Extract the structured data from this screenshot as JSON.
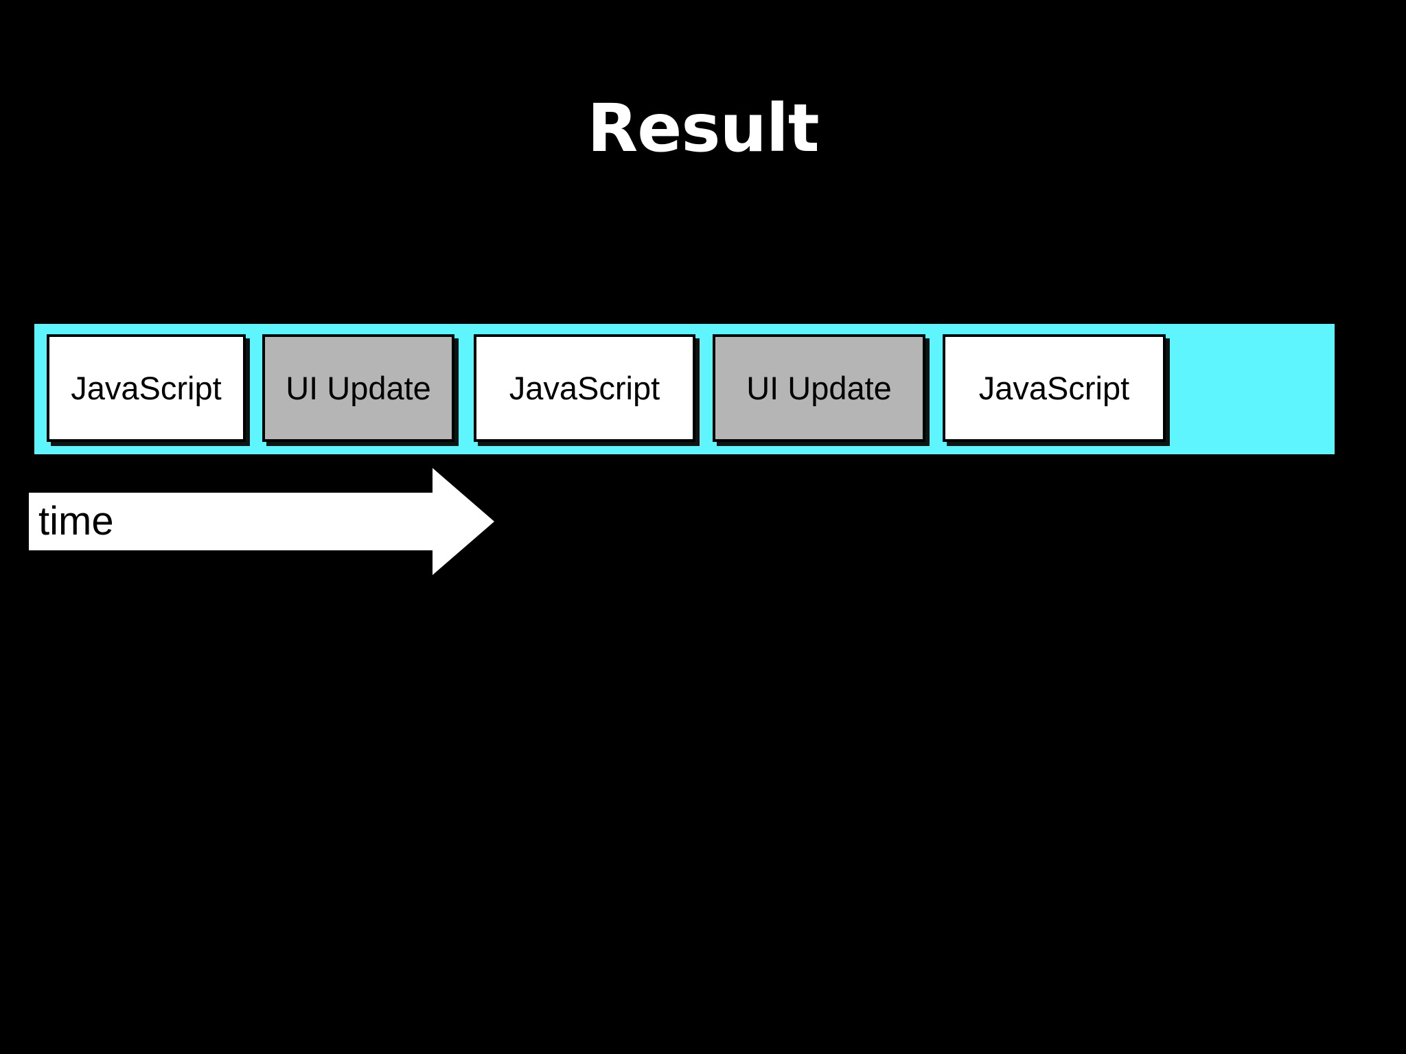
{
  "slide": {
    "title": "Result",
    "background_color": "#000000",
    "title_color": "#ffffff"
  },
  "timeline": {
    "bar_color": "#5ff5ff",
    "blocks": [
      {
        "label": "JavaScript",
        "kind": "js",
        "color": "#ffffff"
      },
      {
        "label": "UI Update",
        "kind": "ui",
        "color": "#b5b5b5"
      },
      {
        "label": "JavaScript",
        "kind": "js",
        "color": "#ffffff"
      },
      {
        "label": "UI Update",
        "kind": "ui",
        "color": "#b5b5b5"
      },
      {
        "label": "JavaScript",
        "kind": "js",
        "color": "#ffffff"
      }
    ]
  },
  "time_arrow": {
    "label": "time",
    "color": "#ffffff",
    "direction": "right"
  }
}
